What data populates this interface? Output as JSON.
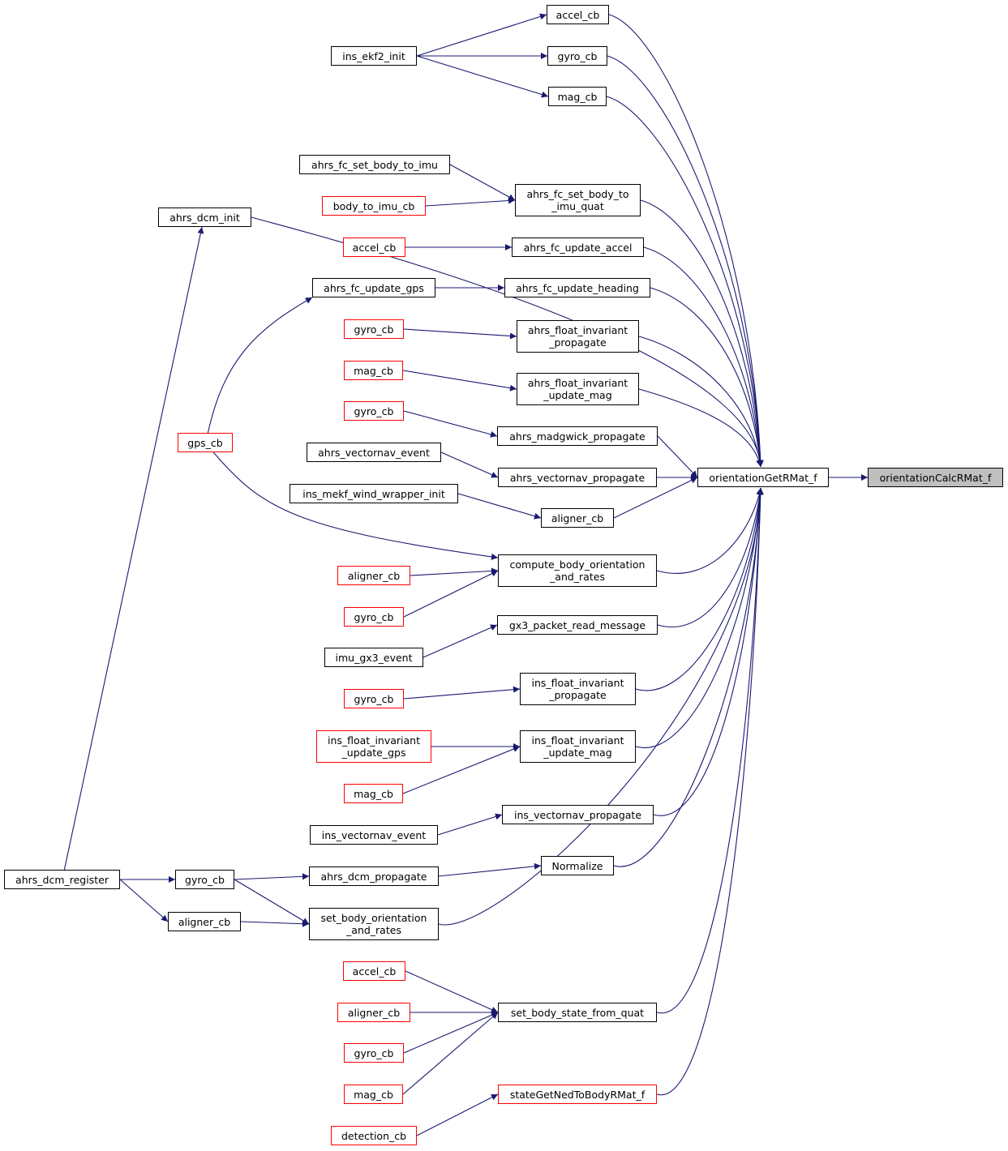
{
  "colors": {
    "edge": "#191970",
    "node_border": "#000000",
    "node_border_incomplete": "#ff0000",
    "selected_fill": "#bfbfbf"
  },
  "nodes": {
    "orientationCalcRMat_f": {
      "lines": [
        "orientationCalcRMat_f"
      ],
      "style": "selected"
    },
    "orientationGetRMat_f": {
      "lines": [
        "orientationGetRMat_f"
      ],
      "style": "normal"
    },
    "accel_cb_top": {
      "lines": [
        "accel_cb"
      ],
      "style": "normal"
    },
    "gyro_cb_top": {
      "lines": [
        "gyro_cb"
      ],
      "style": "normal"
    },
    "mag_cb_top": {
      "lines": [
        "mag_cb"
      ],
      "style": "normal"
    },
    "ins_ekf2_init": {
      "lines": [
        "ins_ekf2_init"
      ],
      "style": "normal"
    },
    "ahrs_fc_set_body_to_imu": {
      "lines": [
        "ahrs_fc_set_body_to_imu"
      ],
      "style": "normal"
    },
    "body_to_imu_cb": {
      "lines": [
        "body_to_imu_cb"
      ],
      "style": "incomplete"
    },
    "ahrs_fc_set_body_to_imu_quat": {
      "lines": [
        "ahrs_fc_set_body_to",
        "_imu_quat"
      ],
      "style": "normal"
    },
    "ahrs_dcm_init": {
      "lines": [
        "ahrs_dcm_init"
      ],
      "style": "normal"
    },
    "accel_cb_red1": {
      "lines": [
        "accel_cb"
      ],
      "style": "incomplete"
    },
    "ahrs_fc_update_accel": {
      "lines": [
        "ahrs_fc_update_accel"
      ],
      "style": "normal"
    },
    "ahrs_fc_update_gps": {
      "lines": [
        "ahrs_fc_update_gps"
      ],
      "style": "normal"
    },
    "ahrs_fc_update_heading": {
      "lines": [
        "ahrs_fc_update_heading"
      ],
      "style": "normal"
    },
    "gyro_cb_red1": {
      "lines": [
        "gyro_cb"
      ],
      "style": "incomplete"
    },
    "ahrs_float_invariant_propagate": {
      "lines": [
        "ahrs_float_invariant",
        "_propagate"
      ],
      "style": "normal"
    },
    "mag_cb_red1": {
      "lines": [
        "mag_cb"
      ],
      "style": "incomplete"
    },
    "ahrs_float_invariant_update_mag": {
      "lines": [
        "ahrs_float_invariant",
        "_update_mag"
      ],
      "style": "normal"
    },
    "gyro_cb_red2": {
      "lines": [
        "gyro_cb"
      ],
      "style": "incomplete"
    },
    "ahrs_madgwick_propagate": {
      "lines": [
        "ahrs_madgwick_propagate"
      ],
      "style": "normal"
    },
    "gps_cb": {
      "lines": [
        "gps_cb"
      ],
      "style": "incomplete"
    },
    "ahrs_vectornav_event": {
      "lines": [
        "ahrs_vectornav_event"
      ],
      "style": "normal"
    },
    "ahrs_vectornav_propagate": {
      "lines": [
        "ahrs_vectornav_propagate"
      ],
      "style": "normal"
    },
    "ins_mekf_wind_wrapper_init": {
      "lines": [
        "ins_mekf_wind_wrapper_init"
      ],
      "style": "normal"
    },
    "aligner_cb_mid": {
      "lines": [
        "aligner_cb"
      ],
      "style": "normal"
    },
    "compute_body_orientation_and_rates": {
      "lines": [
        "compute_body_orientation",
        "_and_rates"
      ],
      "style": "normal"
    },
    "aligner_cb_red1": {
      "lines": [
        "aligner_cb"
      ],
      "style": "incomplete"
    },
    "gyro_cb_red3": {
      "lines": [
        "gyro_cb"
      ],
      "style": "incomplete"
    },
    "gx3_packet_read_message": {
      "lines": [
        "gx3_packet_read_message"
      ],
      "style": "normal"
    },
    "imu_gx3_event": {
      "lines": [
        "imu_gx3_event"
      ],
      "style": "normal"
    },
    "ins_float_invariant_propagate": {
      "lines": [
        "ins_float_invariant",
        "_propagate"
      ],
      "style": "normal"
    },
    "gyro_cb_red4": {
      "lines": [
        "gyro_cb"
      ],
      "style": "incomplete"
    },
    "ins_float_invariant_update_gps": {
      "lines": [
        "ins_float_invariant",
        "_update_gps"
      ],
      "style": "incomplete"
    },
    "ins_float_invariant_update_mag": {
      "lines": [
        "ins_float_invariant",
        "_update_mag"
      ],
      "style": "normal"
    },
    "mag_cb_red2": {
      "lines": [
        "mag_cb"
      ],
      "style": "incomplete"
    },
    "ins_vectornav_propagate": {
      "lines": [
        "ins_vectornav_propagate"
      ],
      "style": "normal"
    },
    "ins_vectornav_event": {
      "lines": [
        "ins_vectornav_event"
      ],
      "style": "normal"
    },
    "Normalize": {
      "lines": [
        "Normalize"
      ],
      "style": "normal"
    },
    "ahrs_dcm_register": {
      "lines": [
        "ahrs_dcm_register"
      ],
      "style": "normal"
    },
    "gyro_cb_dcm": {
      "lines": [
        "gyro_cb"
      ],
      "style": "normal"
    },
    "ahrs_dcm_propagate": {
      "lines": [
        "ahrs_dcm_propagate"
      ],
      "style": "normal"
    },
    "aligner_cb_dcm": {
      "lines": [
        "aligner_cb"
      ],
      "style": "normal"
    },
    "set_body_orientation_and_rates": {
      "lines": [
        "set_body_orientation",
        "_and_rates"
      ],
      "style": "normal"
    },
    "accel_cb_red2": {
      "lines": [
        "accel_cb"
      ],
      "style": "incomplete"
    },
    "set_body_state_from_quat": {
      "lines": [
        "set_body_state_from_quat"
      ],
      "style": "normal"
    },
    "aligner_cb_red2": {
      "lines": [
        "aligner_cb"
      ],
      "style": "incomplete"
    },
    "gyro_cb_red5": {
      "lines": [
        "gyro_cb"
      ],
      "style": "incomplete"
    },
    "mag_cb_red3": {
      "lines": [
        "mag_cb"
      ],
      "style": "incomplete"
    },
    "stateGetNedToBodyRMat_f": {
      "lines": [
        "stateGetNedToBodyRMat_f"
      ],
      "style": "incomplete"
    },
    "detection_cb": {
      "lines": [
        "detection_cb"
      ],
      "style": "incomplete"
    }
  },
  "edges": [
    [
      "ins_ekf2_init",
      "accel_cb_top"
    ],
    [
      "ins_ekf2_init",
      "gyro_cb_top"
    ],
    [
      "ins_ekf2_init",
      "mag_cb_top"
    ],
    [
      "accel_cb_top",
      "orientationGetRMat_f"
    ],
    [
      "gyro_cb_top",
      "orientationGetRMat_f"
    ],
    [
      "mag_cb_top",
      "orientationGetRMat_f"
    ],
    [
      "ahrs_dcm_init",
      "orientationGetRMat_f"
    ],
    [
      "ahrs_dcm_register",
      "ahrs_dcm_init"
    ],
    [
      "ahrs_fc_set_body_to_imu",
      "ahrs_fc_set_body_to_imu_quat"
    ],
    [
      "body_to_imu_cb",
      "ahrs_fc_set_body_to_imu_quat"
    ],
    [
      "ahrs_fc_set_body_to_imu_quat",
      "orientationGetRMat_f"
    ],
    [
      "accel_cb_red1",
      "ahrs_fc_update_accel"
    ],
    [
      "ahrs_fc_update_accel",
      "orientationGetRMat_f"
    ],
    [
      "gps_cb",
      "ahrs_fc_update_gps"
    ],
    [
      "ahrs_fc_update_gps",
      "ahrs_fc_update_heading"
    ],
    [
      "ahrs_fc_update_heading",
      "orientationGetRMat_f"
    ],
    [
      "gyro_cb_red1",
      "ahrs_float_invariant_propagate"
    ],
    [
      "ahrs_float_invariant_propagate",
      "orientationGetRMat_f"
    ],
    [
      "mag_cb_red1",
      "ahrs_float_invariant_update_mag"
    ],
    [
      "ahrs_float_invariant_update_mag",
      "orientationGetRMat_f"
    ],
    [
      "gyro_cb_red2",
      "ahrs_madgwick_propagate"
    ],
    [
      "ahrs_madgwick_propagate",
      "orientationGetRMat_f"
    ],
    [
      "ahrs_vectornav_event",
      "ahrs_vectornav_propagate"
    ],
    [
      "ahrs_vectornav_propagate",
      "orientationGetRMat_f"
    ],
    [
      "ins_mekf_wind_wrapper_init",
      "aligner_cb_mid"
    ],
    [
      "aligner_cb_mid",
      "orientationGetRMat_f"
    ],
    [
      "gps_cb",
      "compute_body_orientation_and_rates"
    ],
    [
      "aligner_cb_red1",
      "compute_body_orientation_and_rates"
    ],
    [
      "gyro_cb_red3",
      "compute_body_orientation_and_rates"
    ],
    [
      "compute_body_orientation_and_rates",
      "orientationGetRMat_f"
    ],
    [
      "imu_gx3_event",
      "gx3_packet_read_message"
    ],
    [
      "gx3_packet_read_message",
      "orientationGetRMat_f"
    ],
    [
      "gyro_cb_red4",
      "ins_float_invariant_propagate"
    ],
    [
      "ins_float_invariant_propagate",
      "orientationGetRMat_f"
    ],
    [
      "ins_float_invariant_update_gps",
      "ins_float_invariant_update_mag"
    ],
    [
      "mag_cb_red2",
      "ins_float_invariant_update_mag"
    ],
    [
      "ins_float_invariant_update_mag",
      "orientationGetRMat_f"
    ],
    [
      "ins_vectornav_event",
      "ins_vectornav_propagate"
    ],
    [
      "ins_vectornav_propagate",
      "orientationGetRMat_f"
    ],
    [
      "ahrs_dcm_propagate",
      "Normalize"
    ],
    [
      "Normalize",
      "orientationGetRMat_f"
    ],
    [
      "ahrs_dcm_register",
      "gyro_cb_dcm"
    ],
    [
      "ahrs_dcm_register",
      "aligner_cb_dcm"
    ],
    [
      "gyro_cb_dcm",
      "ahrs_dcm_propagate"
    ],
    [
      "gyro_cb_dcm",
      "set_body_orientation_and_rates"
    ],
    [
      "aligner_cb_dcm",
      "set_body_orientation_and_rates"
    ],
    [
      "set_body_orientation_and_rates",
      "orientationGetRMat_f"
    ],
    [
      "accel_cb_red2",
      "set_body_state_from_quat"
    ],
    [
      "aligner_cb_red2",
      "set_body_state_from_quat"
    ],
    [
      "gyro_cb_red5",
      "set_body_state_from_quat"
    ],
    [
      "mag_cb_red3",
      "set_body_state_from_quat"
    ],
    [
      "set_body_state_from_quat",
      "orientationGetRMat_f"
    ],
    [
      "detection_cb",
      "stateGetNedToBodyRMat_f"
    ],
    [
      "stateGetNedToBodyRMat_f",
      "orientationGetRMat_f"
    ],
    [
      "orientationGetRMat_f",
      "orientationCalcRMat_f"
    ]
  ]
}
